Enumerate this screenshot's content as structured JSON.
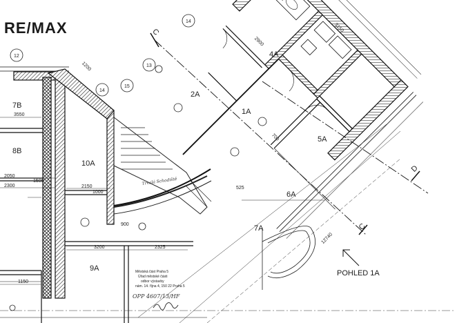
{
  "logo": {
    "text": "RE/MAX"
  },
  "rooms": {
    "r1a": "1A",
    "r2a": "2A",
    "r4a": "4A",
    "r5a": "5A",
    "r6a": "6A",
    "r7a": "7A",
    "r7b": "7B",
    "r8b": "8B",
    "r9a": "9A",
    "r10a": "10A"
  },
  "circles": {
    "c12": "12",
    "c14a": "14",
    "c14b": "14",
    "c15": "15",
    "c13": "13"
  },
  "sections": {
    "c_top": "C",
    "c_bottom": "C",
    "d": "D"
  },
  "dimensions": {
    "d3550": "3550",
    "d2050": "2050",
    "d2300": "2300",
    "d1500": "1500",
    "d2150": "2150",
    "d3200": "3200",
    "d2325": "2325",
    "d1150": "1150",
    "d12740": "12740",
    "d525": "525",
    "d2900": "2900",
    "d1200": "1200",
    "d900": "900",
    "d3150": "3150",
    "d700": "700",
    "d1000": "1000"
  },
  "view_label": "POHLED 1A",
  "handwritten_note": "Trvalá Schodiště",
  "stamp_lines": [
    "Městská část Praha 5",
    "Úřad městské části",
    "odbor výstavby",
    "nám. 14. října 4, 150 22 Praha 5"
  ],
  "stamp_ref": "OPP 4607/13/HF"
}
